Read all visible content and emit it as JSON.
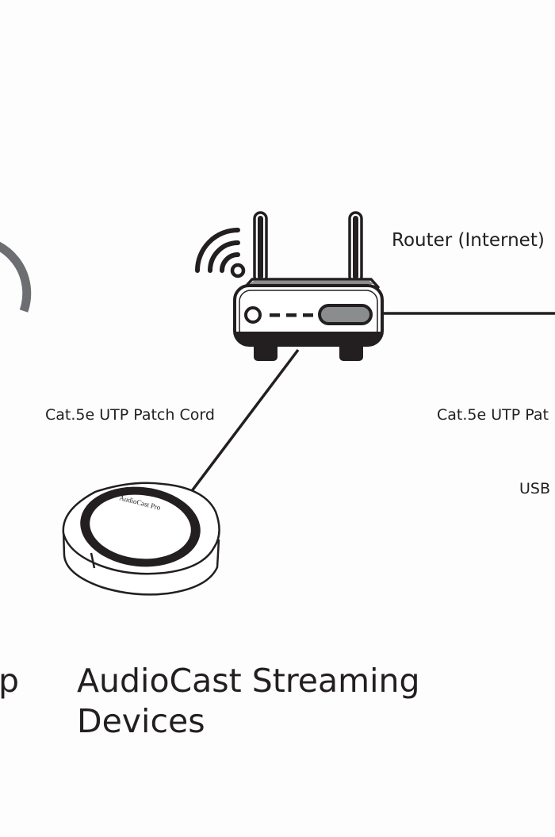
{
  "colors": {
    "stroke": "#231f20",
    "gray_arc": "#6d6e71",
    "fill_light": "#ffffff",
    "fill_gray": "#8a8c8e",
    "background": "#fdfdfd"
  },
  "labels": {
    "router": "Router (Internet)",
    "cable_left": "Cat.5e UTP Patch Cord",
    "cable_right": "Cat.5e UTP Pat",
    "usb": "USB",
    "device_brand": "AudioCast Pro",
    "left_fragment": "p",
    "device_caption_line1": "AudioCast Streaming",
    "device_caption_line2": "Devices"
  },
  "icons": {
    "router": "router-icon",
    "wifi": "wifi-icon",
    "device": "streaming-device-icon"
  }
}
